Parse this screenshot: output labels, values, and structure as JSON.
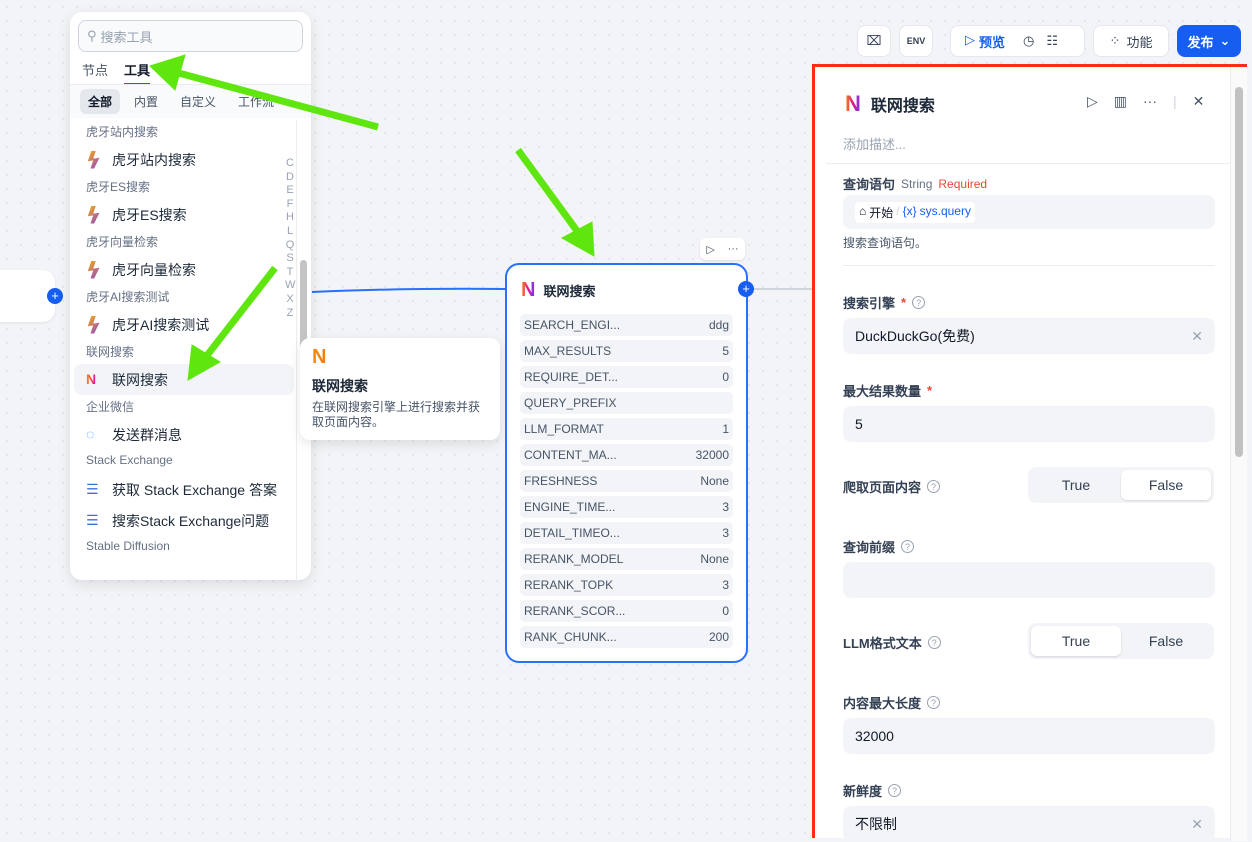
{
  "toolbar": {
    "preview": "预览",
    "features": "功能",
    "publish": "发布",
    "env": "ENV"
  },
  "tool_panel": {
    "search_placeholder": "搜索工具",
    "tabs": [
      "节点",
      "工具"
    ],
    "subtabs": [
      "全部",
      "内置",
      "自定义",
      "工作流"
    ],
    "alphabet": [
      "C",
      "D",
      "E",
      "F",
      "H",
      "L",
      "Q",
      "S",
      "T",
      "W",
      "X",
      "Z"
    ],
    "groups": [
      {
        "title": "虎牙站内搜索",
        "items": [
          "虎牙站内搜索"
        ]
      },
      {
        "title": "虎牙ES搜索",
        "items": [
          "虎牙ES搜索"
        ]
      },
      {
        "title": "虎牙向量检索",
        "items": [
          "虎牙向量检索"
        ]
      },
      {
        "title": "虎牙AI搜索测试",
        "items": [
          "虎牙AI搜索测试"
        ]
      },
      {
        "title": "联网搜索",
        "items": [
          "联网搜索"
        ]
      },
      {
        "title": "企业微信",
        "items": [
          "发送群消息"
        ]
      },
      {
        "title": "Stack Exchange",
        "items": [
          "获取 Stack Exchange 答案",
          "搜索Stack Exchange问题"
        ]
      },
      {
        "title": "Stable Diffusion",
        "items": []
      }
    ]
  },
  "tooltip": {
    "title": "联网搜索",
    "desc": "在联网搜索引擎上进行搜索并获取页面内容。"
  },
  "node": {
    "title": "联网搜索",
    "params": [
      {
        "k": "SEARCH_ENGI...",
        "v": "ddg"
      },
      {
        "k": "MAX_RESULTS",
        "v": "5"
      },
      {
        "k": "REQUIRE_DET...",
        "v": "0"
      },
      {
        "k": "QUERY_PREFIX",
        "v": ""
      },
      {
        "k": "LLM_FORMAT",
        "v": "1"
      },
      {
        "k": "CONTENT_MA...",
        "v": "32000"
      },
      {
        "k": "FRESHNESS",
        "v": "None"
      },
      {
        "k": "ENGINE_TIME...",
        "v": "3"
      },
      {
        "k": "DETAIL_TIMEO...",
        "v": "3"
      },
      {
        "k": "RERANK_MODEL",
        "v": "None"
      },
      {
        "k": "RERANK_TOPK",
        "v": "3"
      },
      {
        "k": "RERANK_SCOR...",
        "v": "0"
      },
      {
        "k": "RANK_CHUNK...",
        "v": "200"
      }
    ]
  },
  "right_panel": {
    "title": "联网搜索",
    "desc_placeholder": "添加描述...",
    "query": {
      "label": "查询语句",
      "type": "String",
      "required": "Required",
      "source": "开始",
      "var": "sys.query",
      "hint": "搜索查询语句。"
    },
    "engine": {
      "label": "搜索引擎",
      "value": "DuckDuckGo(免费)"
    },
    "max_results": {
      "label": "最大结果数量",
      "value": "5"
    },
    "crawl": {
      "label": "爬取页面内容",
      "options": [
        "True",
        "False"
      ],
      "selected": "False"
    },
    "prefix": {
      "label": "查询前缀",
      "value": ""
    },
    "llm_format": {
      "label": "LLM格式文本",
      "options": [
        "True",
        "False"
      ],
      "selected": "True"
    },
    "content_max": {
      "label": "内容最大长度",
      "value": "32000"
    },
    "freshness": {
      "label": "新鲜度",
      "value": "不限制"
    }
  },
  "colors": {
    "accent": "#155eef",
    "highlight_border": "#ff2b14",
    "arrow": "#5fe60f"
  }
}
